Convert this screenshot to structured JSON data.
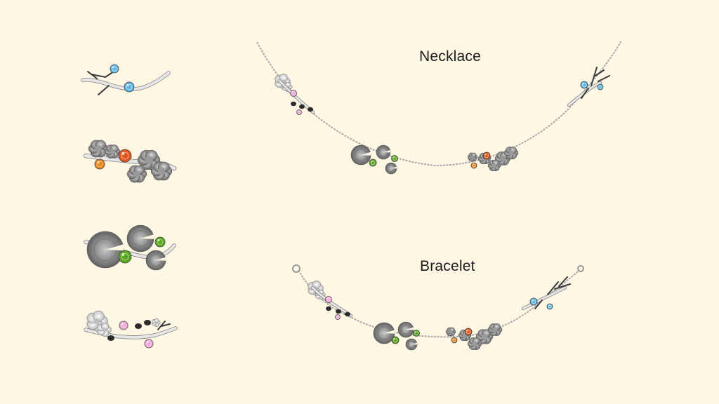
{
  "page": {
    "background": "#fdf7e3"
  },
  "labels": {
    "necklace": "Necklace",
    "bracelet": "Bracelet"
  },
  "colors": {
    "chain": "#a9a9a9",
    "branch": "#9a9a9a",
    "flower_petal": "#8c8c8c",
    "lily_pad": "#7d7d7d",
    "blue_topaz": "#5fb7e5",
    "orange_garnet": "#e0561c",
    "amber_citrine": "#e8861c",
    "green_peridot": "#5aa51e",
    "pink_tourmaline": "#f0a8d6",
    "text": "#1a1a1a"
  },
  "motifs": [
    {
      "name": "branch-with-blue-gems",
      "gems": [
        "blue_topaz",
        "blue_topaz"
      ]
    },
    {
      "name": "flowers-with-orange-gems",
      "gems": [
        "orange_garnet",
        "amber_citrine"
      ]
    },
    {
      "name": "lily-pads-with-green-gems",
      "gems": [
        "green_peridot",
        "green_peridot"
      ]
    },
    {
      "name": "blossom-with-pink-gems",
      "gems": [
        "pink_tourmaline",
        "pink_tourmaline"
      ]
    }
  ],
  "pieces": [
    {
      "name": "necklace",
      "motifs": [
        "blossom-with-pink-gems",
        "lily-pads-with-green-gems",
        "flowers-with-orange-gems",
        "branch-with-blue-gems"
      ],
      "clasps": false
    },
    {
      "name": "bracelet",
      "motifs": [
        "blossom-with-pink-gems",
        "lily-pads-with-green-gems",
        "flowers-with-orange-gems",
        "branch-with-blue-gems"
      ],
      "clasps": true
    }
  ]
}
